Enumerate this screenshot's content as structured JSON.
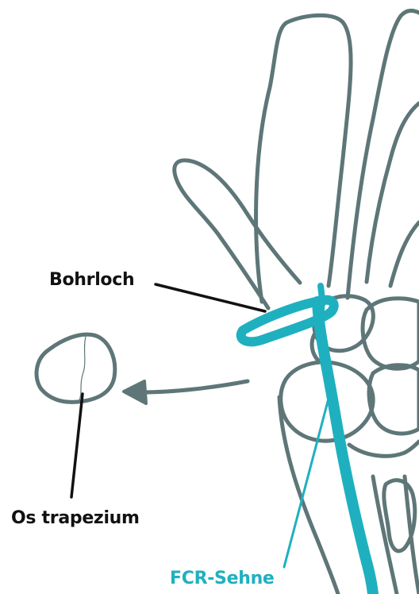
{
  "labels": {
    "bohrloch": "Bohrloch",
    "os_trapezium": "Os trapezium",
    "fcr_sehne": "FCR-Sehne"
  },
  "colors": {
    "bone_outline": "#5e7678",
    "tendon": "#1fb0c0",
    "leader_line": "#111111",
    "label_text": "#111111",
    "fcr_label": "#1fb0c0"
  }
}
